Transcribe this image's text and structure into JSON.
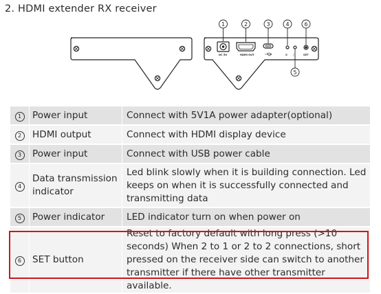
{
  "title": "2. HDMI extender RX receiver",
  "diagram": {
    "callouts": [
      "1",
      "2",
      "3",
      "4",
      "5",
      "6"
    ],
    "port_labels": {
      "dc": "DC 5V",
      "hdmi": "HDMI OUT",
      "set": "SET"
    }
  },
  "rows": [
    {
      "num": "1",
      "name": "Power input",
      "desc": "Connect with 5V1A power adapter(optional)"
    },
    {
      "num": "2",
      "name": "HDMI output",
      "desc": "Connect with HDMI display device"
    },
    {
      "num": "3",
      "name": "Power input",
      "desc": "Connect with USB power cable"
    },
    {
      "num": "4",
      "name": "Data transmission indicator",
      "desc": "Led blink slowly when it is building connection. Led keeps on when it is successfully connected and transmitting data"
    },
    {
      "num": "5",
      "name": "Power indicator",
      "desc": "LED indicator turn on when power on"
    },
    {
      "num": "6",
      "name": "SET button",
      "desc": "Reset to factory default with long press (>10 seconds) When 2 to 1 or 2 to 2 connections, short pressed on the receiver side can switch to another transmitter if there have other transmitter available."
    }
  ],
  "colors": {
    "highlight": "#d01417",
    "row_dark": "#e2e2e2",
    "row_light": "#f3f3f3"
  }
}
